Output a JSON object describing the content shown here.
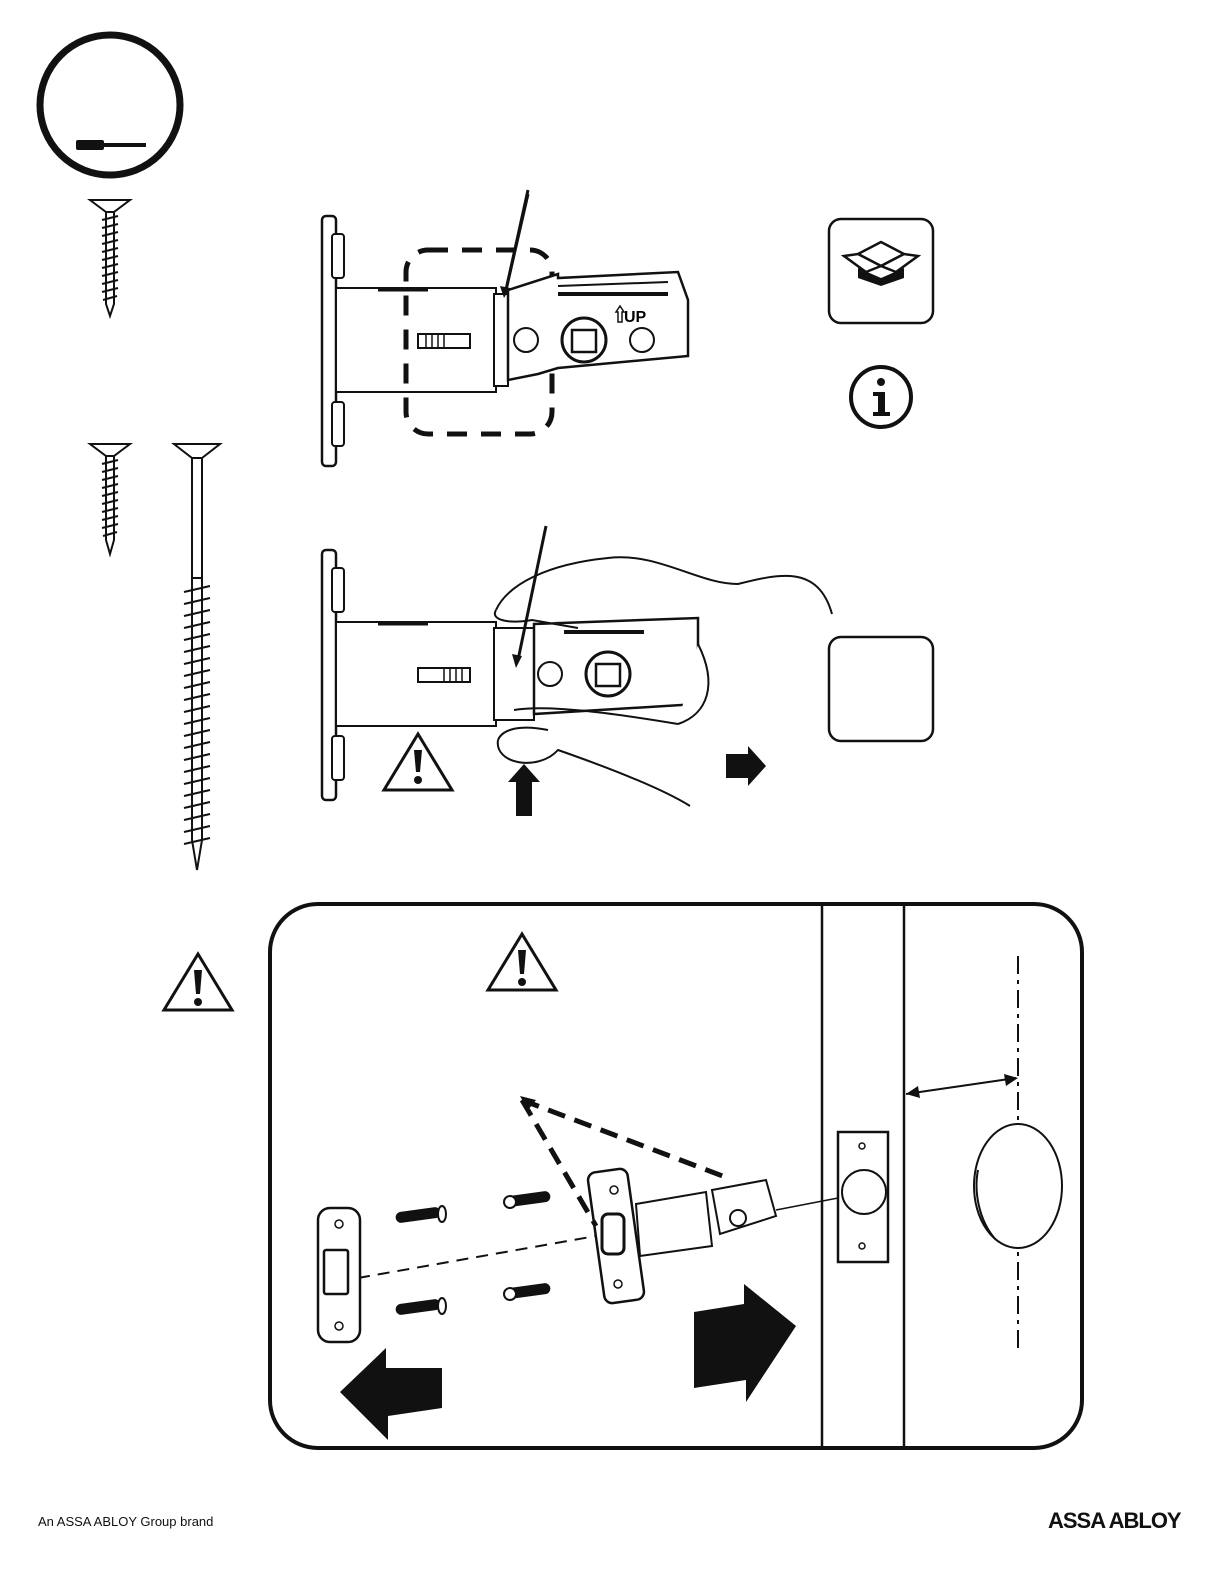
{
  "diagram": {
    "tool_icon": "screwdriver-icon",
    "latch_label": "UP",
    "info_icon": "info-icon",
    "box_icon": "package-box-icon",
    "warning_icon": "warning-triangle-icon"
  },
  "footer": {
    "brand_text": "An ASSA ABLOY Group brand",
    "logo_text": "ASSA ABLOY"
  }
}
